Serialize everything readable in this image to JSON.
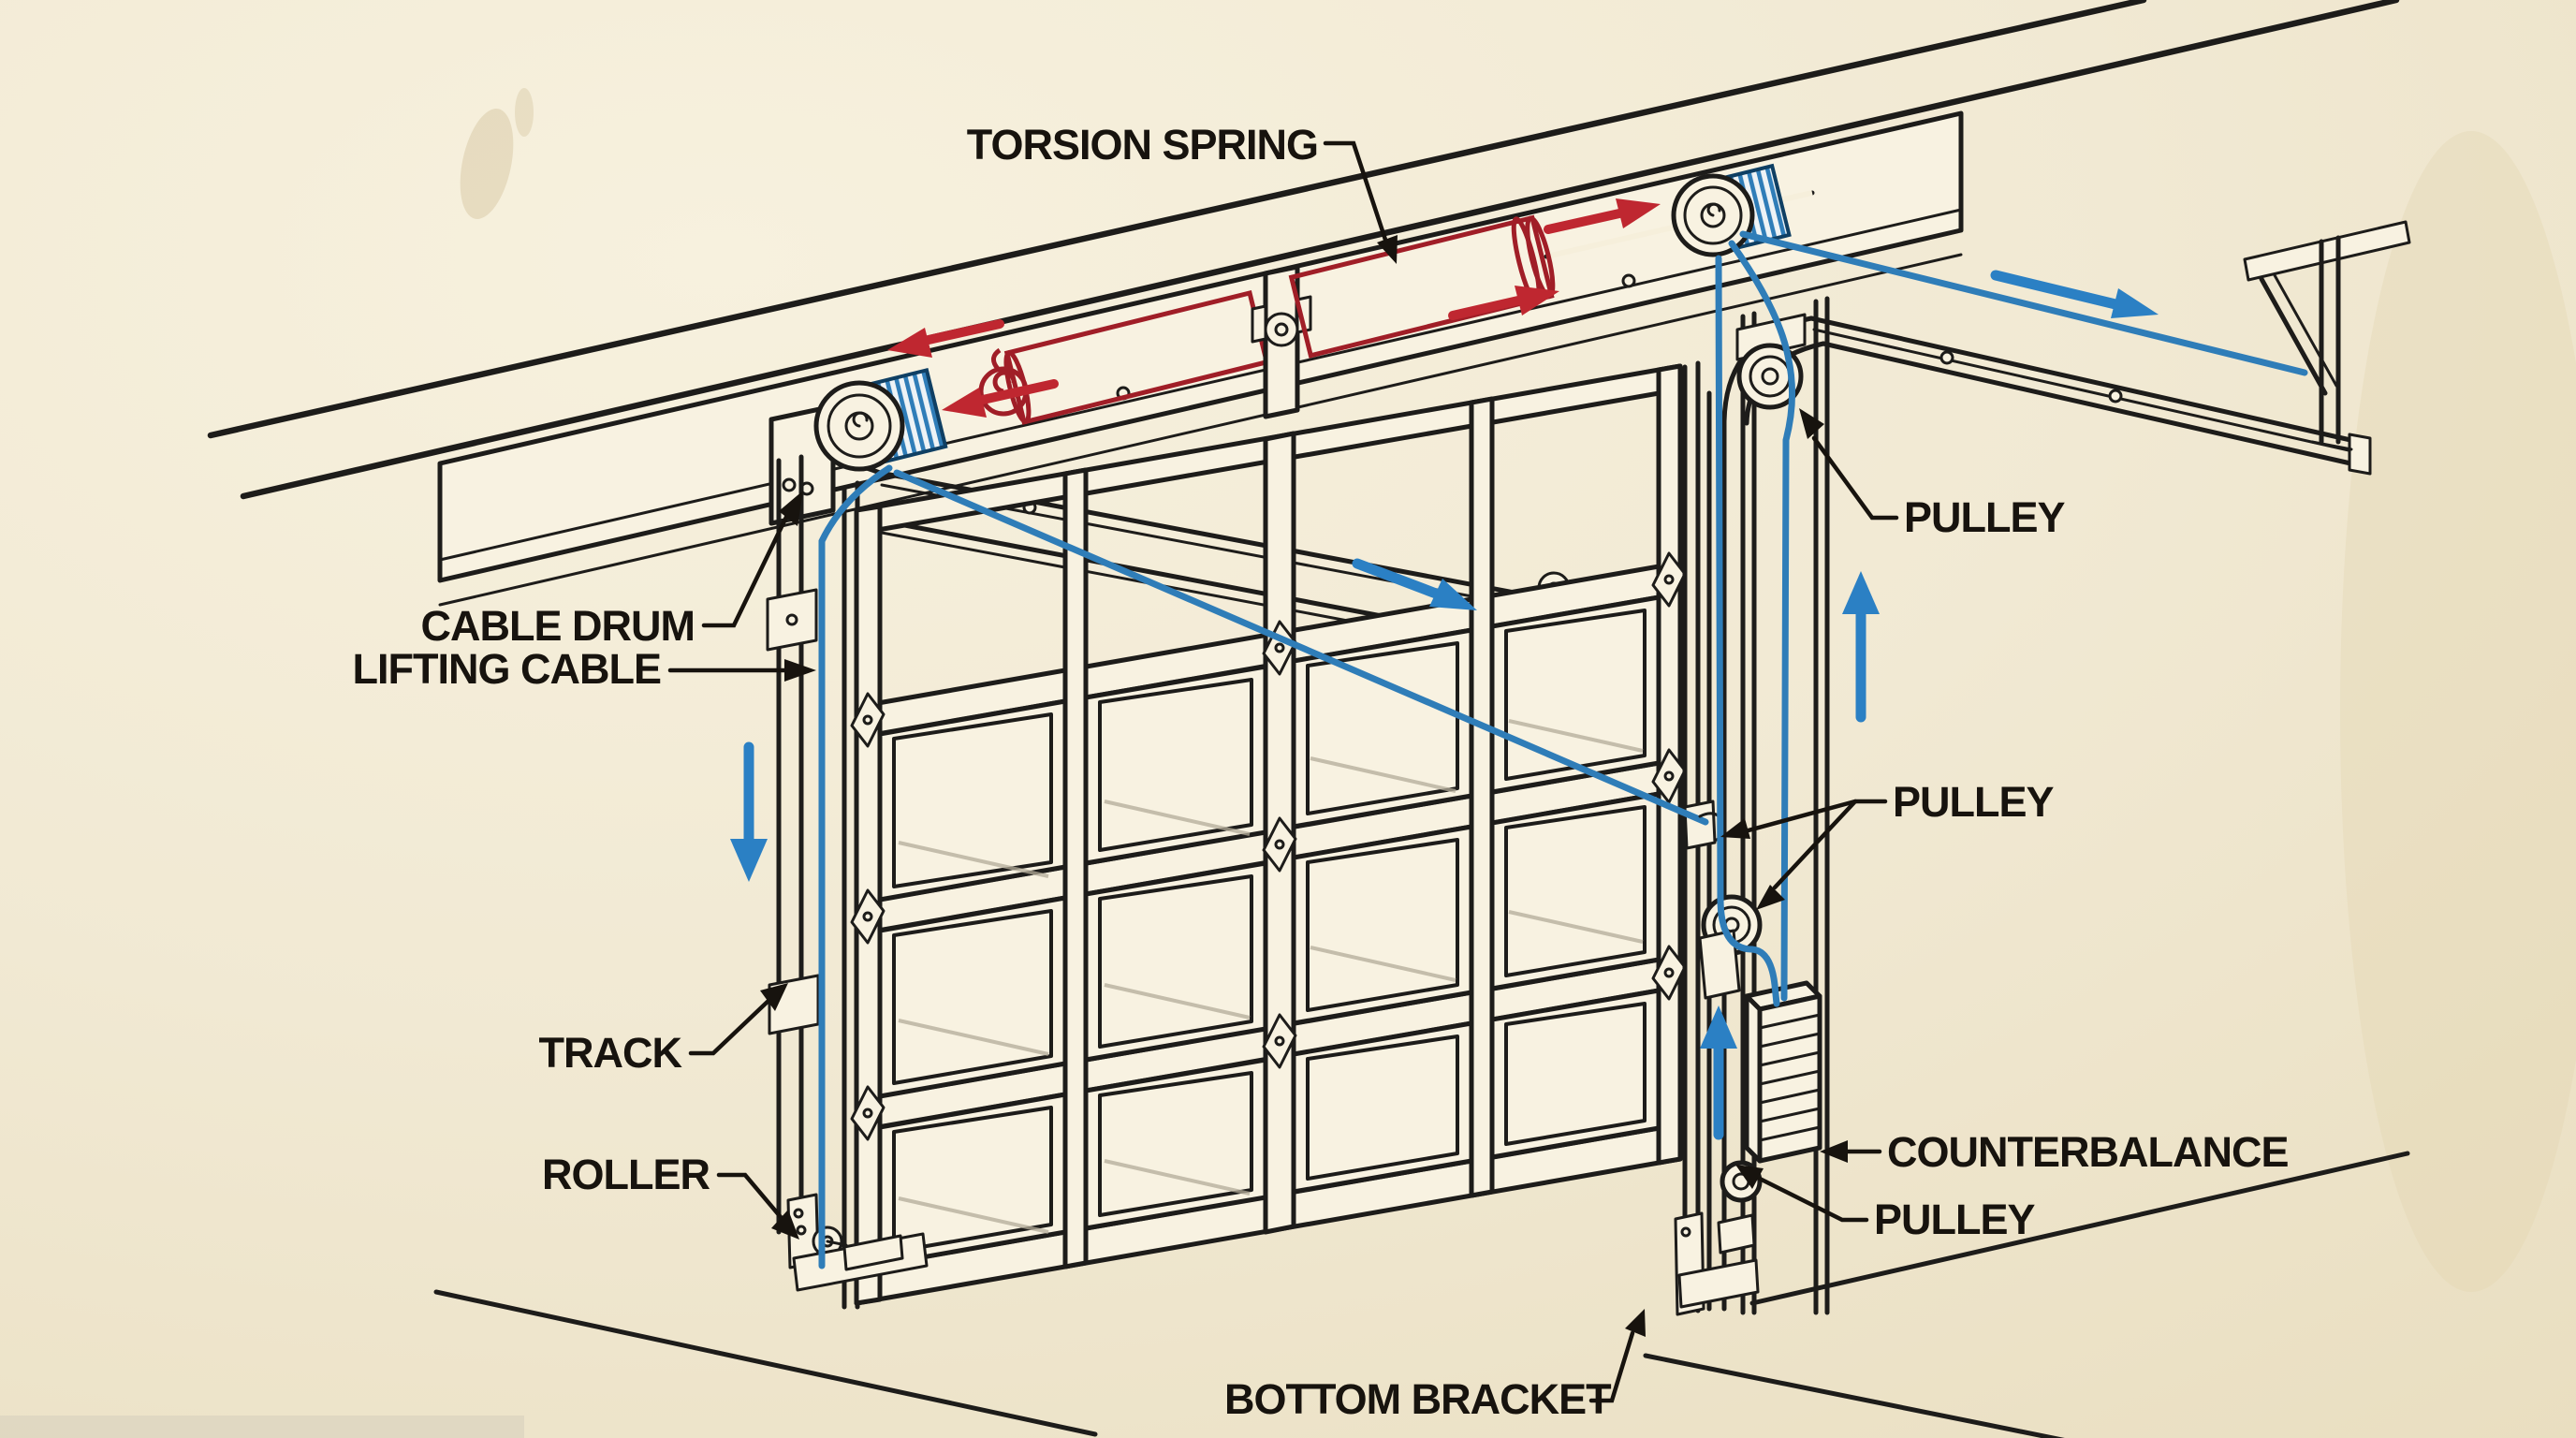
{
  "figure": {
    "type": "technical-line-diagram",
    "subject": "Garage door torsion spring and counterbalance mechanism"
  },
  "labels": {
    "torsion_spring": "TORSION SPRING",
    "cable_drum": "CABLE DRUM",
    "lifting_cable": "LIFTING CABLE",
    "track": "TRACK",
    "roller": "ROLLER",
    "pulley_top": "PULLEY",
    "pulley_middle": "PULLEY",
    "pulley_bottom": "PULLEY",
    "counterbalance": "COUNTERBALANCE",
    "bottom_bracket": "BOTTOM BRACKET"
  },
  "arrows": {
    "red_spring_direction": [
      "left",
      "left",
      "right",
      "right"
    ],
    "blue_cable_travel": [
      "down-left-side",
      "diagonal-down-right-across-door",
      "along-horizontal-track-rearward",
      "up-right-side",
      "up-beside-counterweight"
    ]
  },
  "colors": {
    "paper": "#f1e9d3",
    "ink": "#1d1c1a",
    "spring_red": "#bf2730",
    "cable_blue": "#2f7db8",
    "structure_fill": "#f8f2e1"
  }
}
